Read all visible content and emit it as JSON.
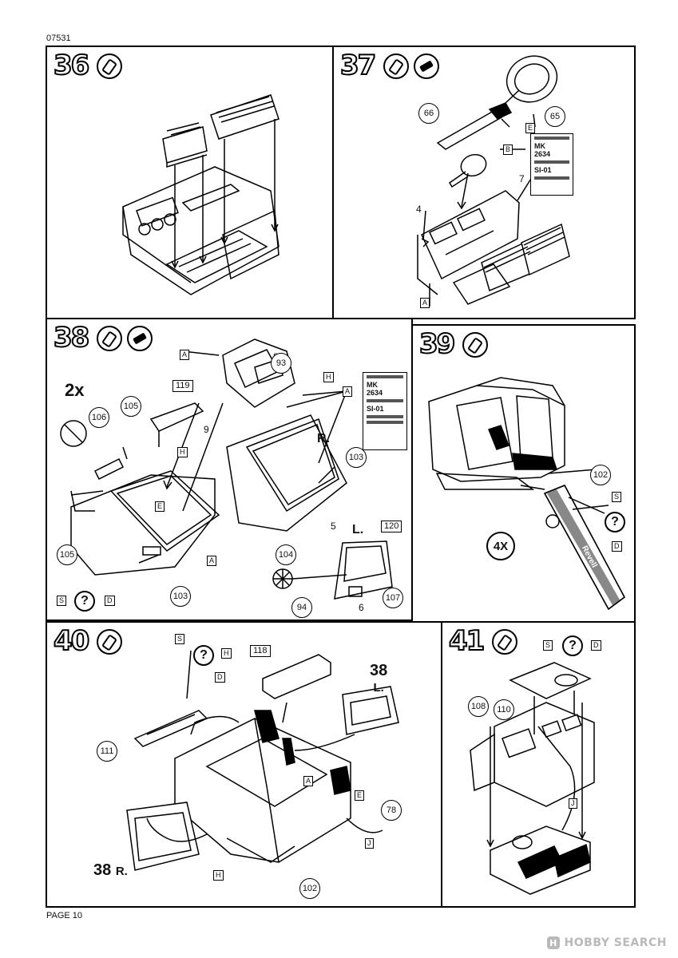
{
  "document": {
    "code": "07531",
    "page": "PAGE 10"
  },
  "watermark": {
    "text": "HOBBY SEARCH"
  },
  "steps": {
    "s36": {
      "number": "36"
    },
    "s37": {
      "number": "37",
      "parts": [
        "66",
        "65",
        "4",
        "7"
      ],
      "labels": {
        "b": "B",
        "e": "E",
        "a": "A"
      },
      "decal": {
        "line1": "MK",
        "line2": "2634",
        "line3": "SI-01"
      }
    },
    "s38": {
      "number": "38",
      "multiplier": "2x",
      "parts": [
        "106",
        "105",
        "105",
        "119",
        "8",
        "93",
        "9",
        "103",
        "103",
        "104",
        "94",
        "107",
        "120",
        "5",
        "6"
      ],
      "labels": {
        "a1": "A",
        "a2": "A",
        "a3": "A",
        "h1": "H",
        "h2": "H",
        "e": "E",
        "s": "S",
        "d": "D"
      },
      "side_r": "R.",
      "side_l": "L.",
      "decal": {
        "line1": "MK",
        "line2": "2634",
        "line3": "SI-01"
      }
    },
    "s39": {
      "number": "39",
      "parts": [
        "102"
      ],
      "multiplier": "4X",
      "labels": {
        "s": "S",
        "d": "D"
      },
      "mudguard": "Revell"
    },
    "s40": {
      "number": "40",
      "parts": [
        "118",
        "111",
        "78",
        "102"
      ],
      "labels": {
        "s": "S",
        "h1": "H",
        "d": "D",
        "a": "A",
        "e": "E",
        "j": "J",
        "h2": "H"
      },
      "ref_l": {
        "num": "38",
        "side": "L."
      },
      "ref_r": {
        "num": "38",
        "side": "R."
      }
    },
    "s41": {
      "number": "41",
      "parts": [
        "108",
        "110"
      ],
      "labels": {
        "s": "S",
        "d": "D",
        "j": "J"
      }
    }
  }
}
